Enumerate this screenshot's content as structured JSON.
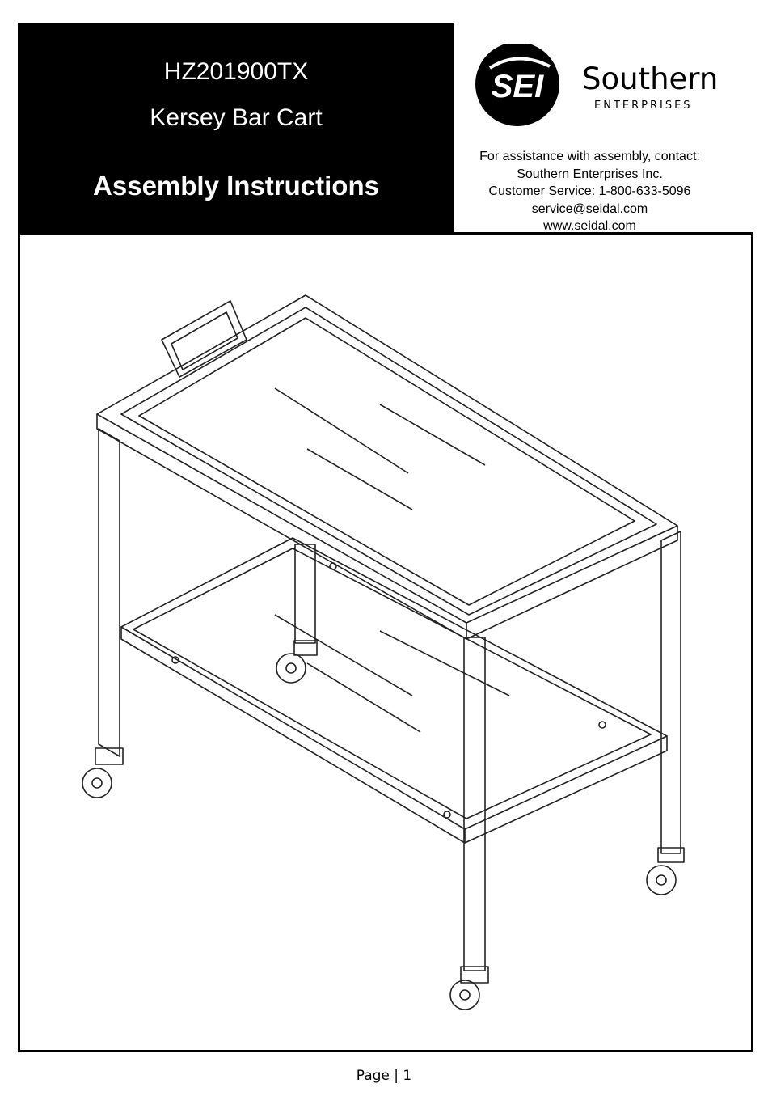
{
  "header": {
    "model_number": "HZ201900TX",
    "product_name": "Kersey Bar Cart",
    "document_title": "Assembly Instructions"
  },
  "brand": {
    "logo_mark": "SEI",
    "name": "Southern",
    "subtitle": "ENTERPRISES"
  },
  "contact": {
    "intro": "For assistance with assembly, contact:",
    "company": "Southern Enterprises Inc.",
    "phone": "Customer Service: 1-800-633-5096",
    "email": "service@seidal.com",
    "website": "www.seidal.com"
  },
  "footer": {
    "page_label": "Page | 1"
  }
}
